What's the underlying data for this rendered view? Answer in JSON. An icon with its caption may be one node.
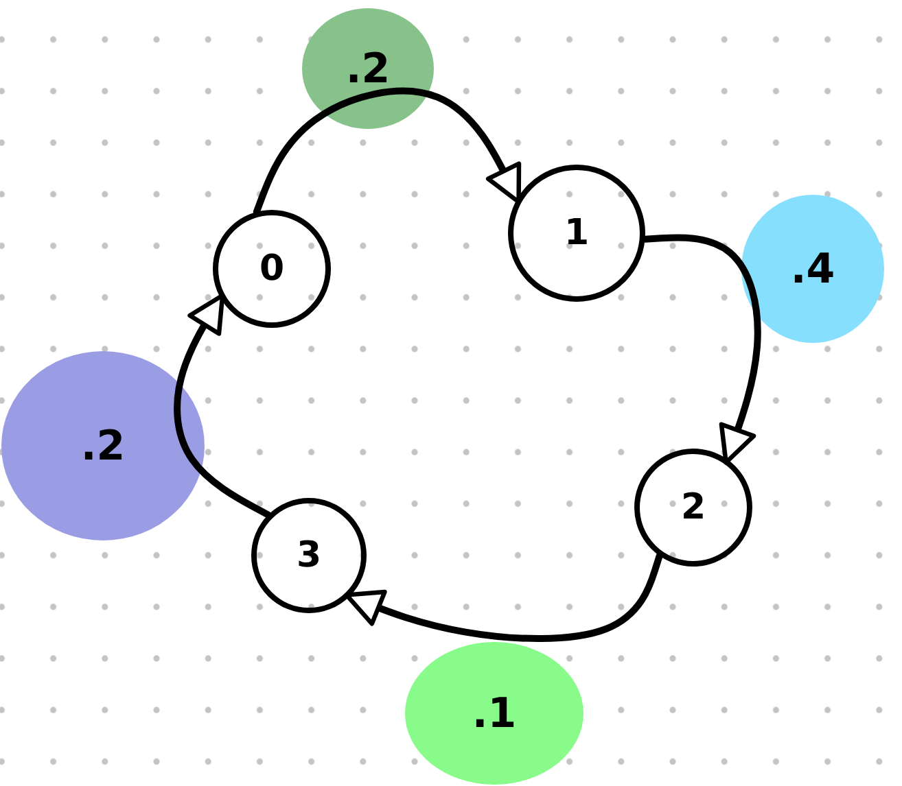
{
  "diagram": {
    "nodes": [
      {
        "text": [
          "0"
        ]
      },
      {
        "text": [
          "1"
        ]
      },
      {
        "text": [
          "2"
        ]
      },
      {
        "text": [
          "3"
        ]
      }
    ],
    "edges": [
      {
        "from": 0,
        "to": 1,
        "arrow": "to",
        "label": ".2"
      },
      {
        "from": 1,
        "to": 2,
        "arrow": "to",
        "label": ".4"
      },
      {
        "from": 2,
        "to": 3,
        "arrow": "to",
        "label": ".1"
      },
      {
        "from": 3,
        "to": 0,
        "arrow": "to",
        "label": ".2"
      }
    ]
  }
}
